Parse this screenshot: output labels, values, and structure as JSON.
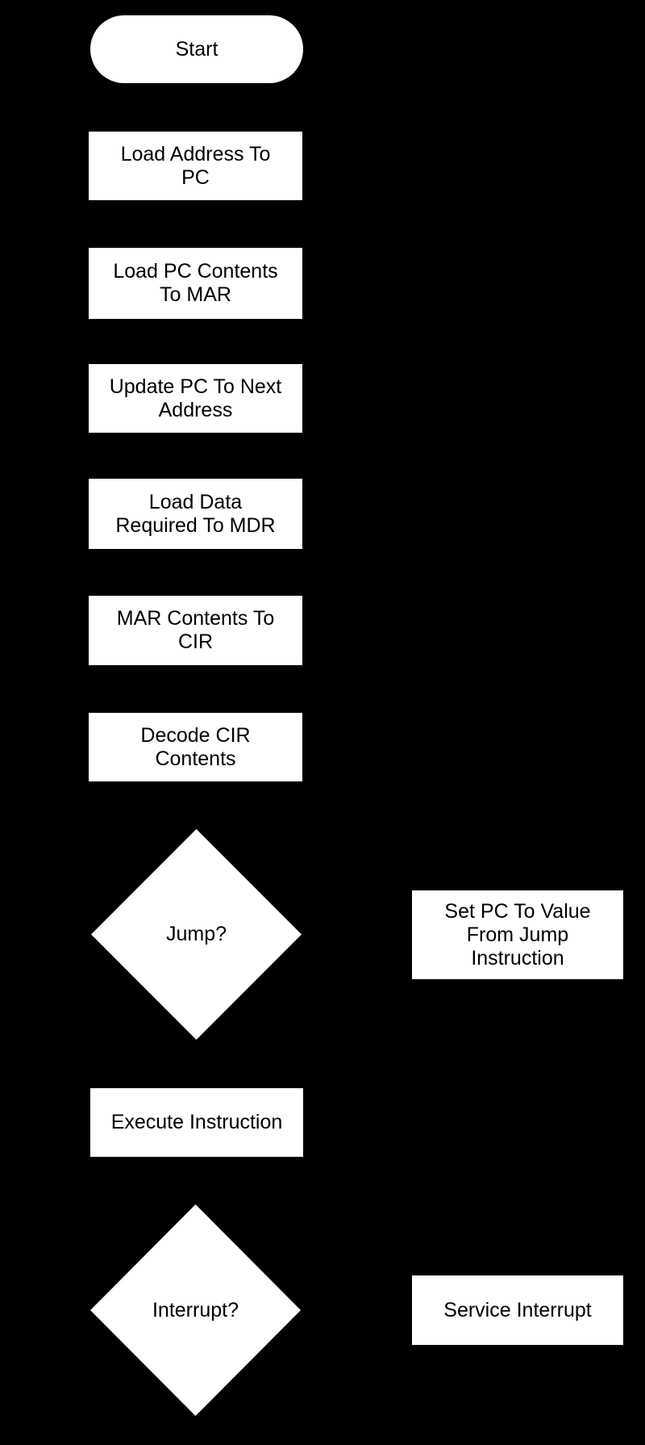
{
  "flowchart": {
    "colors": {
      "background": "#000000",
      "shape_fill": "#ffffff",
      "text": "#000000"
    },
    "nodes": [
      {
        "id": "start",
        "type": "terminator",
        "label": "Start"
      },
      {
        "id": "load-address-to-pc",
        "type": "process",
        "label": "Load Address To\nPC"
      },
      {
        "id": "load-pc-contents-to-mar",
        "type": "process",
        "label": "Load PC Contents\nTo MAR"
      },
      {
        "id": "update-pc-to-next-address",
        "type": "process",
        "label": "Update PC To Next\nAddress"
      },
      {
        "id": "load-data-required-to-mdr",
        "type": "process",
        "label": "Load Data\nRequired To MDR"
      },
      {
        "id": "mar-contents-to-cir",
        "type": "process",
        "label": "MAR Contents To\nCIR"
      },
      {
        "id": "decode-cir-contents",
        "type": "process",
        "label": "Decode CIR\nContents"
      },
      {
        "id": "jump-decision",
        "type": "decision",
        "label": "Jump?"
      },
      {
        "id": "set-pc-from-jump",
        "type": "process",
        "label": "Set PC To Value\nFrom Jump\nInstruction"
      },
      {
        "id": "execute-instruction",
        "type": "process",
        "label": "Execute Instruction"
      },
      {
        "id": "interrupt-decision",
        "type": "decision",
        "label": "Interrupt?"
      },
      {
        "id": "service-interrupt",
        "type": "process",
        "label": "Service Interrupt"
      }
    ]
  }
}
